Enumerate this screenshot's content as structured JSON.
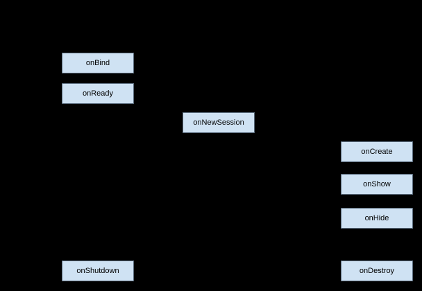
{
  "canvas": {
    "background": "#000000"
  },
  "diagram": {
    "type": "lifecycle-flow",
    "node_style": {
      "fill": "#cfe2f3",
      "border": "#5a6b7c",
      "text_color": "#000000"
    },
    "nodes": [
      {
        "id": "onBind",
        "label": "onBind"
      },
      {
        "id": "onReady",
        "label": "onReady"
      },
      {
        "id": "onNewSession",
        "label": "onNewSession"
      },
      {
        "id": "onCreate",
        "label": "onCreate"
      },
      {
        "id": "onShow",
        "label": "onShow"
      },
      {
        "id": "onHide",
        "label": "onHide"
      },
      {
        "id": "onDestroy",
        "label": "onDestroy"
      },
      {
        "id": "onShutdown",
        "label": "onShutdown"
      }
    ]
  }
}
